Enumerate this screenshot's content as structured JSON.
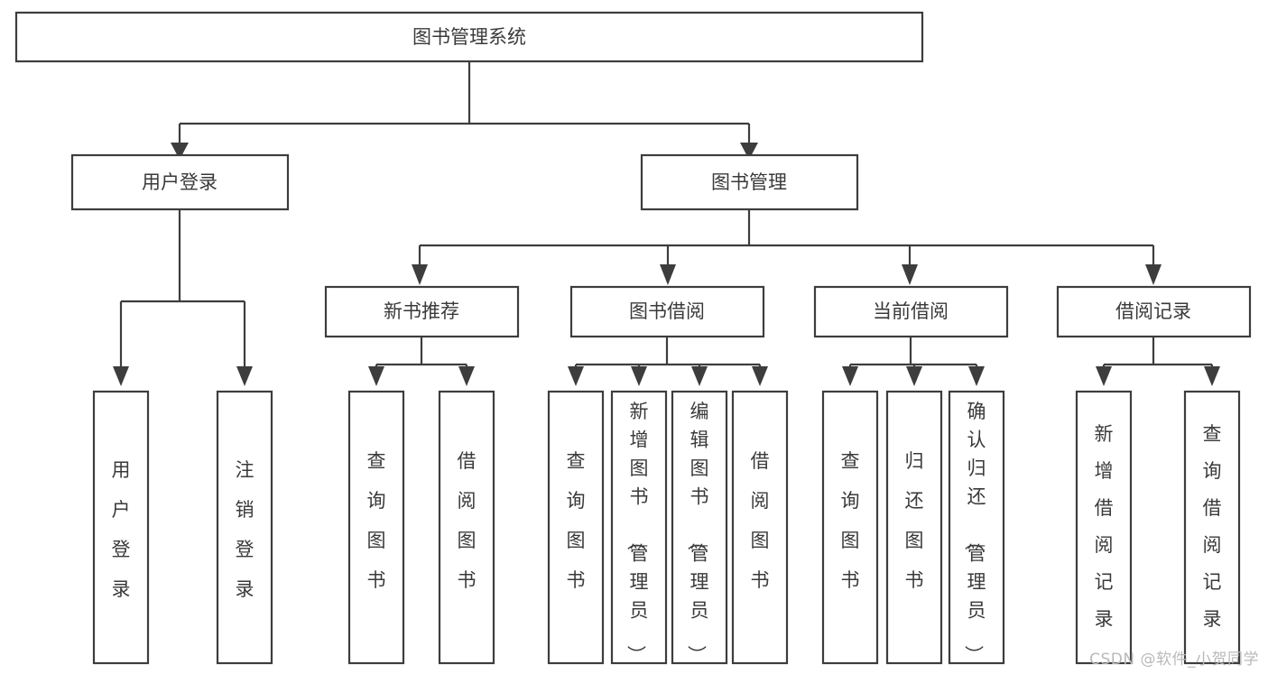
{
  "diagram": {
    "title": "图书管理系统",
    "type": "tree-hierarchy-chart",
    "colors": {
      "box_stroke": "#3d3d3d",
      "box_fill": "#ffffff",
      "text": "#3a3a3a",
      "connector": "#3d3d3d",
      "watermark": "#b9b9b9",
      "background": "#ffffff"
    },
    "root": {
      "label": "图书管理系统"
    },
    "level2": [
      {
        "label": "用户登录"
      },
      {
        "label": "图书管理"
      }
    ],
    "level3": [
      {
        "label": "新书推荐"
      },
      {
        "label": "图书借阅"
      },
      {
        "label": "当前借阅"
      },
      {
        "label": "借阅记录"
      }
    ],
    "leaves": {
      "user_login": [
        {
          "label": "用户登录"
        },
        {
          "label": "注销登录"
        }
      ],
      "new_book_recommend": [
        {
          "label": "查询图书"
        },
        {
          "label": "借阅图书"
        }
      ],
      "book_borrow": [
        {
          "label": "查询图书"
        },
        {
          "label": "新增图书（管理员）"
        },
        {
          "label": "编辑图书（管理员）"
        },
        {
          "label": "借阅图书"
        }
      ],
      "current_borrow": [
        {
          "label": "查询图书"
        },
        {
          "label": "归还图书"
        },
        {
          "label": "确认归还（管理员）"
        }
      ],
      "borrow_record": [
        {
          "label": "新增借阅记录"
        },
        {
          "label": "查询借阅记录"
        }
      ]
    }
  },
  "watermark": {
    "text": "CSDN @软件_小贺同学"
  }
}
